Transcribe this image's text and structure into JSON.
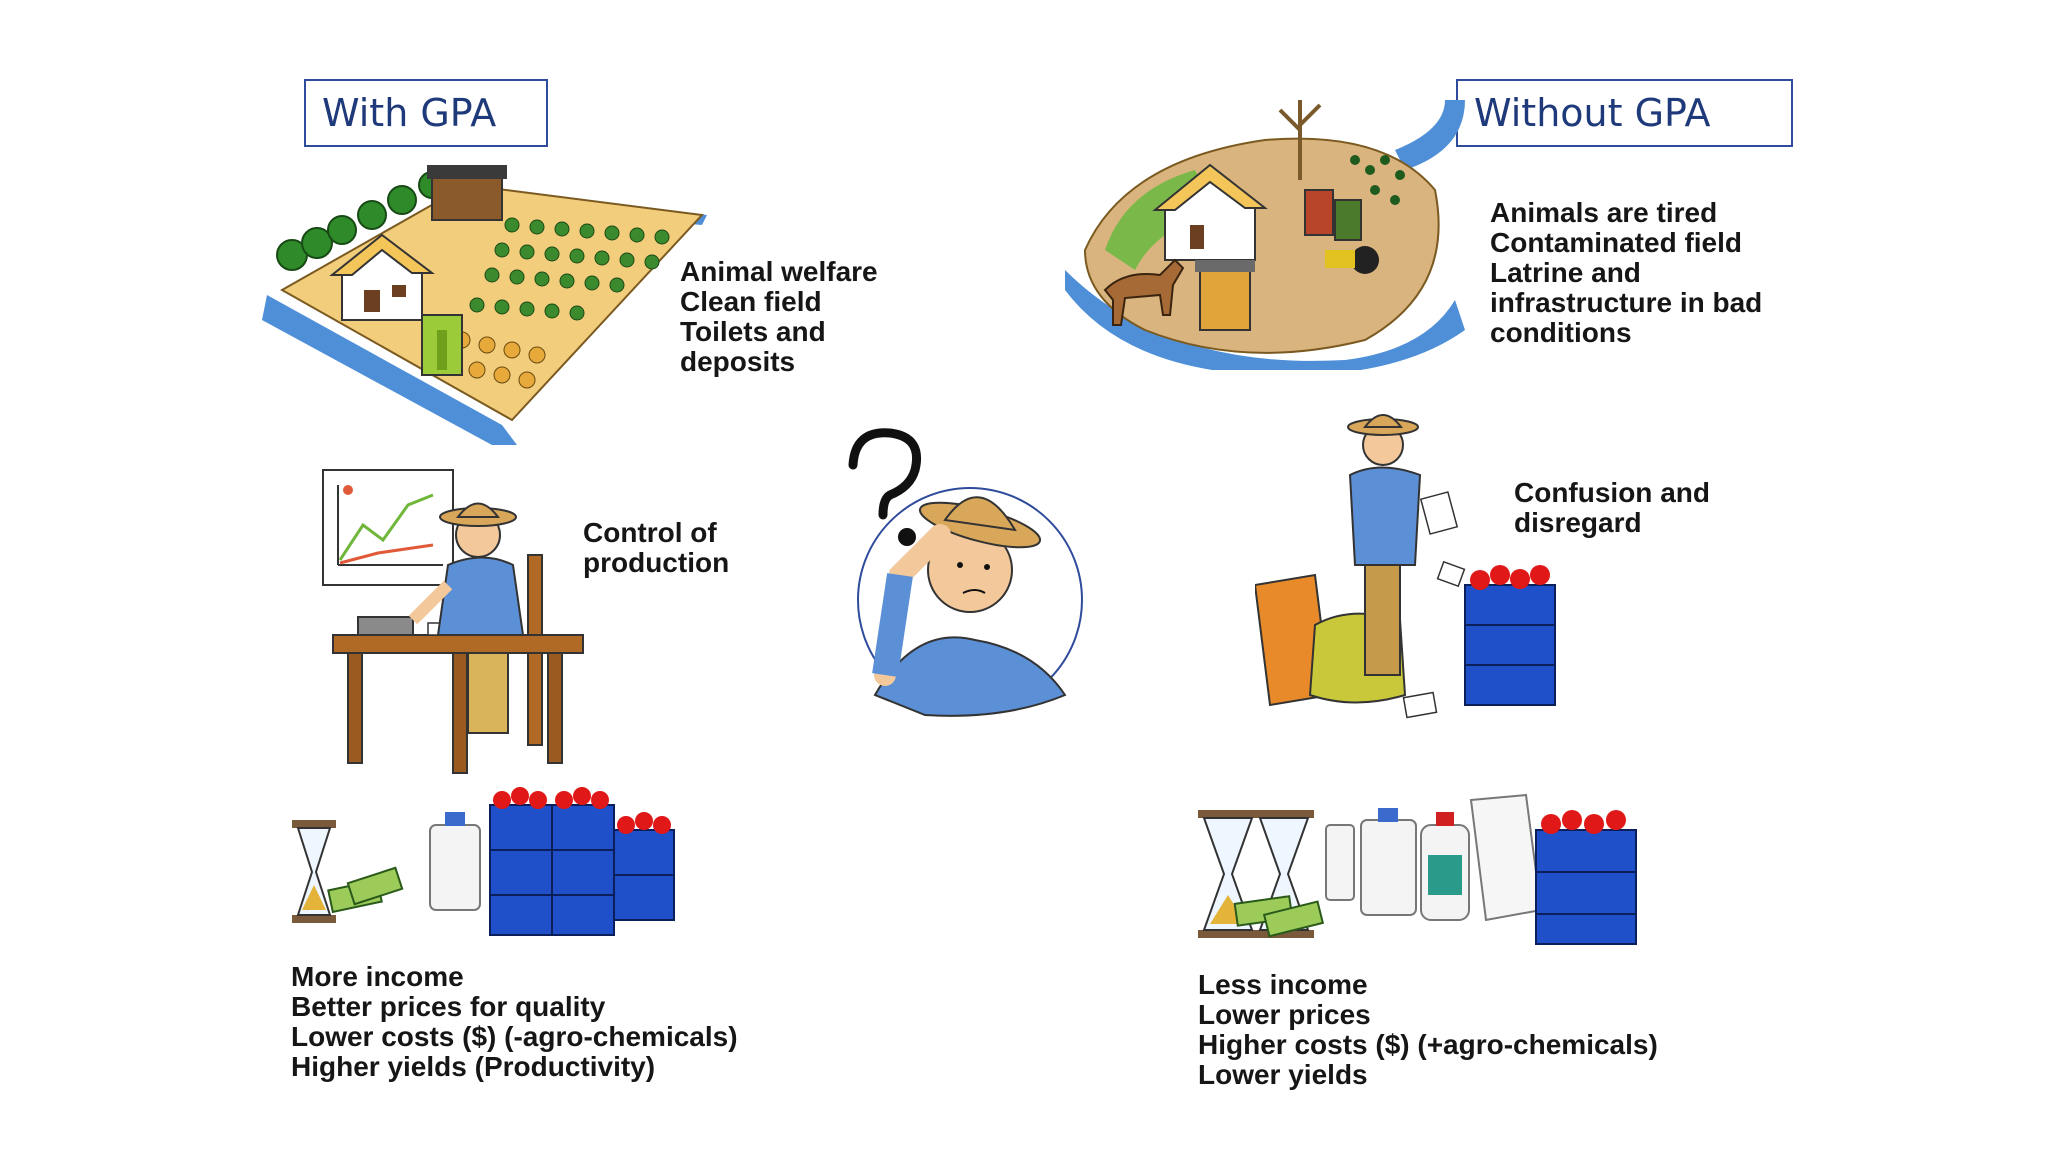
{
  "left_title": "With GPA",
  "right_title": "Without GPA",
  "left": {
    "farm_lines": [
      "Animal welfare",
      "Clean field",
      "Toilets and",
      "deposits"
    ],
    "control_lines": [
      "Control of",
      "production"
    ],
    "bottom_lines": [
      "More income",
      "Better prices for quality",
      "Lower costs ($) (-agro-chemicals)",
      "Higher yields (Productivity)"
    ]
  },
  "right": {
    "farm_lines": [
      "Animals are tired",
      "Contaminated field",
      "Latrine and",
      "infrastructure in bad",
      "conditions"
    ],
    "confusion_lines": [
      "Confusion and",
      "disregard"
    ],
    "bottom_lines": [
      "Less income",
      "Lower prices",
      "Higher costs ($) (+agro-chemicals)",
      "Lower yields"
    ]
  },
  "colors": {
    "box_border": "#2f4b9b",
    "box_text": "#1f3a7a",
    "water": "#4f8fd8",
    "field": "#f1cd7c",
    "crate": "#1f4fc9",
    "tomato": "#e01818",
    "shirt": "#5b8fd6",
    "hat": "#d9a75a"
  },
  "icons": [
    "farm-illustration",
    "question-mark-icon",
    "confused-farmer-icon",
    "hourglass-icon",
    "money-icon",
    "crate-icon",
    "bottle-icon"
  ]
}
